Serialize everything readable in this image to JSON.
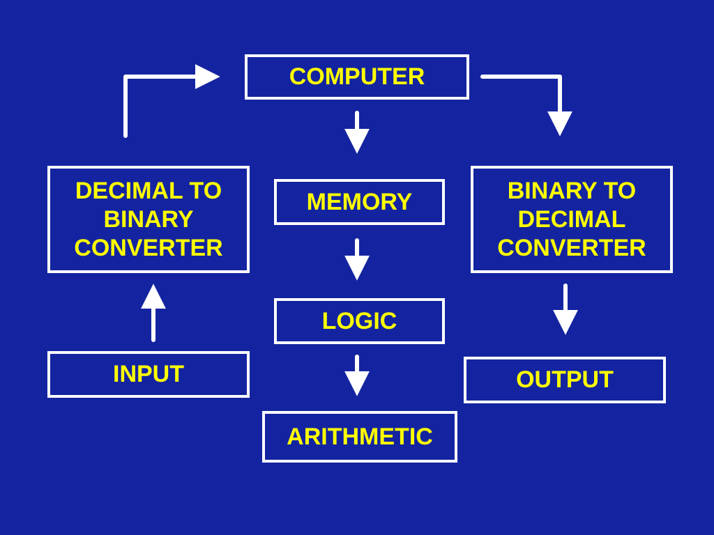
{
  "diagram": {
    "colors": {
      "background": "#1424a0",
      "box_border": "#ffffff",
      "text": "#ffff00",
      "arrow": "#ffffff"
    },
    "nodes": {
      "computer": "COMPUTER",
      "memory": "MEMORY",
      "logic": "LOGIC",
      "arithmetic": "ARITHMETIC",
      "decimal_to_binary": "DECIMAL TO\nBINARY\nCONVERTER",
      "binary_to_decimal": "BINARY TO\nDECIMAL\nCONVERTER",
      "input": "INPUT",
      "output": "OUTPUT"
    },
    "edges": [
      {
        "from": "input",
        "to": "decimal_to_binary"
      },
      {
        "from": "decimal_to_binary",
        "to": "computer"
      },
      {
        "from": "computer",
        "to": "memory"
      },
      {
        "from": "memory",
        "to": "logic"
      },
      {
        "from": "logic",
        "to": "arithmetic"
      },
      {
        "from": "computer",
        "to": "binary_to_decimal"
      },
      {
        "from": "binary_to_decimal",
        "to": "output"
      }
    ]
  }
}
